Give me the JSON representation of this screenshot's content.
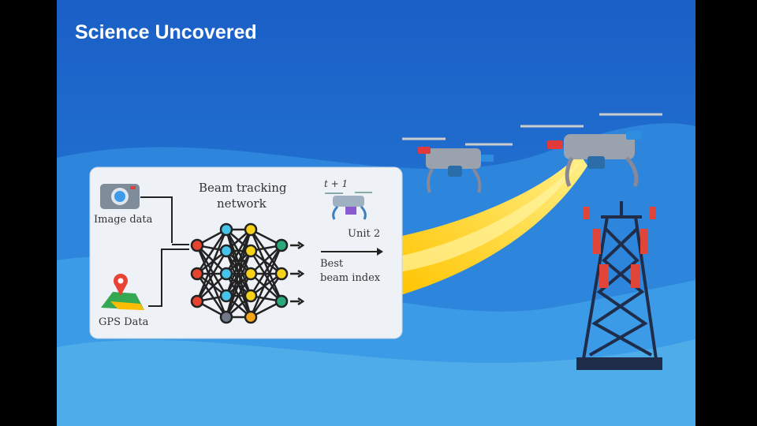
{
  "brand": "Science Uncovered",
  "panel": {
    "title_line1": "Beam tracking",
    "title_line2": "network",
    "image_label": "Image data",
    "gps_label": "GPS Data",
    "time_label": "t + 1",
    "unit_label": "Unit 2",
    "output_line1": "Best",
    "output_line2": "beam index"
  },
  "colors": {
    "background": "#1f6fd0",
    "beam": "#ffd21a",
    "tower": "#1f2d4a",
    "antenna": "#e0453a"
  }
}
